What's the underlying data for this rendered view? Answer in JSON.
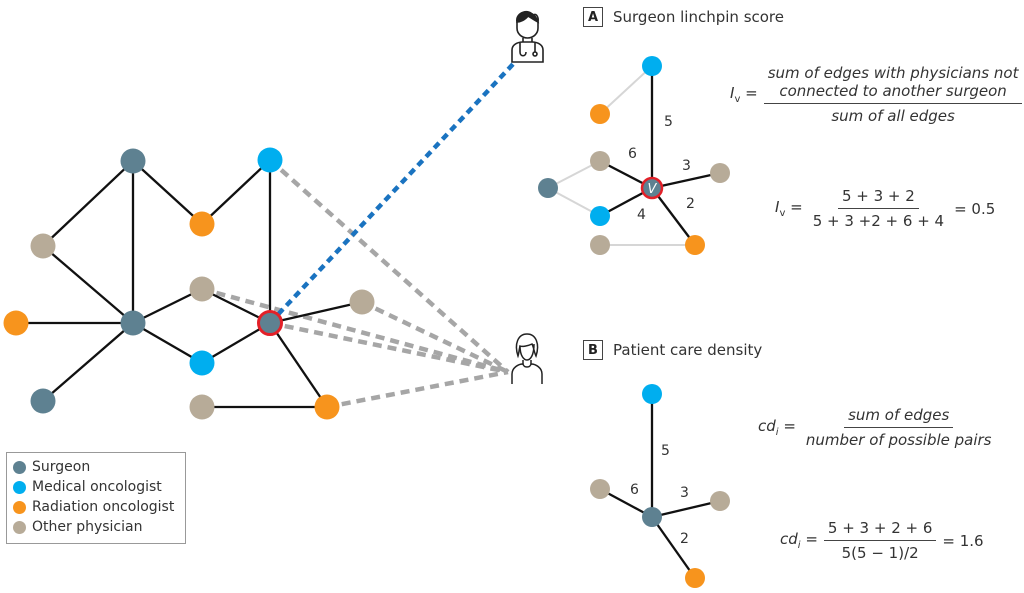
{
  "colors": {
    "surgeon": "#5e8191",
    "medical_oncologist": "#00aeef",
    "radiation_oncologist": "#f7941d",
    "other_physician": "#b7ab98",
    "focal_ring": "#e32028",
    "edge": "#111111",
    "light_edge": "#d6d6d6",
    "patient_link": "#a6a6a6",
    "surgeon_link": "#1a73c0"
  },
  "icons": {
    "surgeon_person": "doctor-with-stethoscope-icon",
    "patient_person": "patient-woman-icon"
  },
  "legend": {
    "items": [
      {
        "label": "Surgeon",
        "type": "surgeon"
      },
      {
        "label": "Medical oncologist",
        "type": "medical_oncologist"
      },
      {
        "label": "Radiation oncologist",
        "type": "radiation_oncologist"
      },
      {
        "label": "Other physician",
        "type": "other_physician"
      }
    ]
  },
  "network": {
    "nodes": [
      {
        "id": "s1",
        "type": "surgeon"
      },
      {
        "id": "m1",
        "type": "medical_oncologist"
      },
      {
        "id": "r1",
        "type": "radiation_oncologist"
      },
      {
        "id": "o1",
        "type": "other_physician"
      },
      {
        "id": "o2",
        "type": "other_physician"
      },
      {
        "id": "r2",
        "type": "radiation_oncologist"
      },
      {
        "id": "s2",
        "type": "surgeon"
      },
      {
        "id": "v",
        "type": "surgeon",
        "focal": true
      },
      {
        "id": "o3",
        "type": "other_physician"
      },
      {
        "id": "m2",
        "type": "medical_oncologist"
      },
      {
        "id": "s3",
        "type": "surgeon"
      },
      {
        "id": "o4",
        "type": "other_physician"
      },
      {
        "id": "r3",
        "type": "radiation_oncologist"
      }
    ],
    "edges": [
      [
        "s1",
        "o1"
      ],
      [
        "s1",
        "s2"
      ],
      [
        "s1",
        "r1"
      ],
      [
        "r1",
        "m1"
      ],
      [
        "m1",
        "v"
      ],
      [
        "o1",
        "s2"
      ],
      [
        "r2",
        "s2"
      ],
      [
        "s2",
        "o2"
      ],
      [
        "s2",
        "m2"
      ],
      [
        "s2",
        "s3"
      ],
      [
        "o2",
        "v"
      ],
      [
        "m2",
        "v"
      ],
      [
        "v",
        "o3"
      ],
      [
        "v",
        "r3"
      ],
      [
        "o4",
        "r3"
      ]
    ],
    "patient_links": [
      "m1",
      "o2",
      "o3",
      "v",
      "r3"
    ],
    "surgeon_link": "v"
  },
  "panel_a": {
    "letter": "A",
    "title": "Surgeon linchpin score",
    "focal_label": "V",
    "nodes": [
      {
        "id": "m",
        "type": "medical_oncologist"
      },
      {
        "id": "r",
        "type": "radiation_oncologist"
      },
      {
        "id": "o1",
        "type": "other_physician"
      },
      {
        "id": "s",
        "type": "surgeon"
      },
      {
        "id": "m2",
        "type": "medical_oncologist"
      },
      {
        "id": "o2",
        "type": "other_physician"
      },
      {
        "id": "o3",
        "type": "other_physician"
      },
      {
        "id": "r2",
        "type": "radiation_oncologist"
      },
      {
        "id": "v",
        "type": "surgeon",
        "focal": true
      }
    ],
    "edges": [
      {
        "from": "v",
        "to": "m",
        "weight": "5"
      },
      {
        "from": "v",
        "to": "o2",
        "weight": "3"
      },
      {
        "from": "v",
        "to": "r2",
        "weight": "2"
      },
      {
        "from": "v",
        "to": "o1",
        "weight": "6"
      },
      {
        "from": "v",
        "to": "m2",
        "weight": "4"
      }
    ],
    "light_edges": [
      [
        "m",
        "r"
      ],
      [
        "o1",
        "s"
      ],
      [
        "s",
        "m2"
      ],
      [
        "o3",
        "r2"
      ]
    ],
    "formula_general": {
      "lhs": "I",
      "lhs_sub": "v",
      "numerator_line1": "sum of edges with physicians not",
      "numerator_line2": "connected to another surgeon",
      "denominator": "sum of all edges"
    },
    "formula_example": {
      "lhs": "I",
      "lhs_sub": "v",
      "numerator": "5 + 3 + 2",
      "denominator": "5 + 3 +2 + 6 + 4",
      "result": "= 0.5"
    }
  },
  "panel_b": {
    "letter": "B",
    "title": "Patient care density",
    "nodes": [
      {
        "id": "m",
        "type": "medical_oncologist"
      },
      {
        "id": "o1",
        "type": "other_physician"
      },
      {
        "id": "o2",
        "type": "other_physician"
      },
      {
        "id": "r",
        "type": "radiation_oncologist"
      },
      {
        "id": "c",
        "type": "surgeon"
      }
    ],
    "edges": [
      {
        "from": "c",
        "to": "m",
        "weight": "5"
      },
      {
        "from": "c",
        "to": "o1",
        "weight": "6"
      },
      {
        "from": "c",
        "to": "o2",
        "weight": "3"
      },
      {
        "from": "c",
        "to": "r",
        "weight": "2"
      }
    ],
    "formula_general": {
      "lhs": "cd",
      "lhs_sub": "i",
      "numerator": "sum of edges",
      "denominator": "number of possible pairs"
    },
    "formula_example": {
      "lhs": "cd",
      "lhs_sub": "i",
      "numerator": "5 + 3 + 2 + 6",
      "denominator": "5(5 − 1)/2",
      "result": "= 1.6"
    }
  }
}
